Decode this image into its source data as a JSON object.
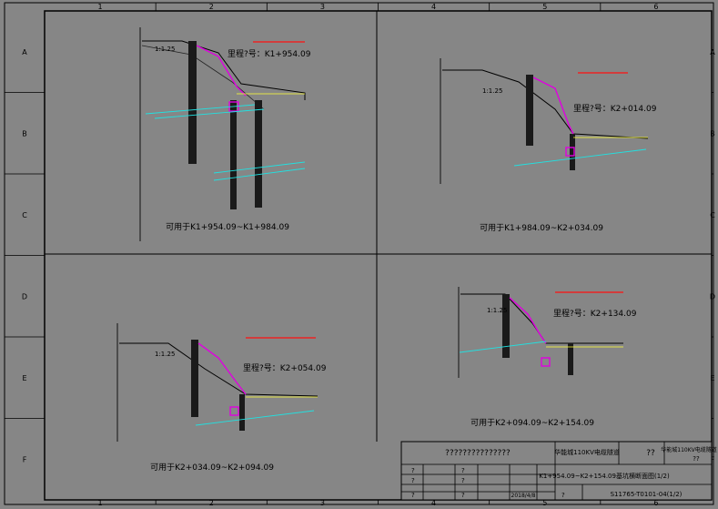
{
  "frame": {
    "col_labels": [
      "1",
      "2",
      "3",
      "4",
      "5",
      "6"
    ],
    "row_labels": [
      "A",
      "B",
      "C",
      "D",
      "E",
      "F"
    ]
  },
  "panels": [
    {
      "id": "p1",
      "station_label": "里程?号：K1+954.09",
      "caption": "可用于K1+954.09~K1+984.09",
      "slope_label": "1:1.25"
    },
    {
      "id": "p2",
      "station_label": "里程?号：K2+014.09",
      "caption": "可用于K1+984.09~K2+034.09",
      "slope_label": "1:1.25"
    },
    {
      "id": "p3",
      "station_label": "里程?号：K2+054.09",
      "caption": "可用于K2+034.09~K2+094.09",
      "slope_label": "1:1.25"
    },
    {
      "id": "p4",
      "station_label": "里程?号：K2+134.09",
      "caption": "可用于K2+094.09~K2+154.09",
      "slope_label": "1:1.25"
    }
  ],
  "title_block": {
    "company": "???????????????",
    "project": "华能城110KV电缆隧道",
    "stage": "??",
    "side_note": "华能城110KV电缆隧道",
    "sheet_no_short": "??",
    "drawing_title": "K1+954.09~K2+154.09基坑横断面图(1/2)",
    "date": "2018/4/8",
    "drawing_number": "S11765-T0101-04(1/2)",
    "placeholder_mark": "?"
  },
  "colors": {
    "background": "#868686",
    "border": "#000000",
    "pile": "#1a1a1a",
    "accent_magenta": "#e000e0",
    "accent_cyan": "#22e0e0",
    "accent_red": "#ff1010",
    "accent_yellow": "#ffff33"
  }
}
